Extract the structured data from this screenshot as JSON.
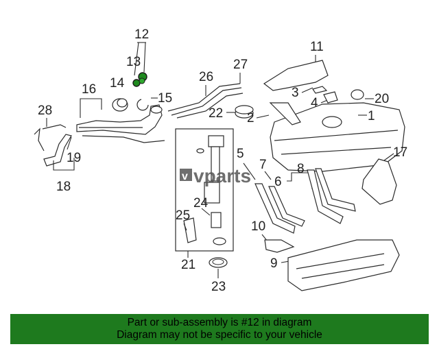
{
  "callouts": [
    "1",
    "2",
    "3",
    "4",
    "5",
    "6",
    "7",
    "8",
    "9",
    "10",
    "11",
    "12",
    "13",
    "14",
    "15",
    "16",
    "17",
    "18",
    "19",
    "20",
    "21",
    "22",
    "23",
    "24",
    "25",
    "26",
    "27",
    "28"
  ],
  "watermark": {
    "prefix": "v",
    "text": "vparts",
    "color": "#555555"
  },
  "banner": {
    "line1": "Part or sub-assembly is #12 in diagram",
    "line2": "Diagram may not be specific to your vehicle",
    "background": "#1e7a1e"
  },
  "highlight_color": "#1f8a1f"
}
